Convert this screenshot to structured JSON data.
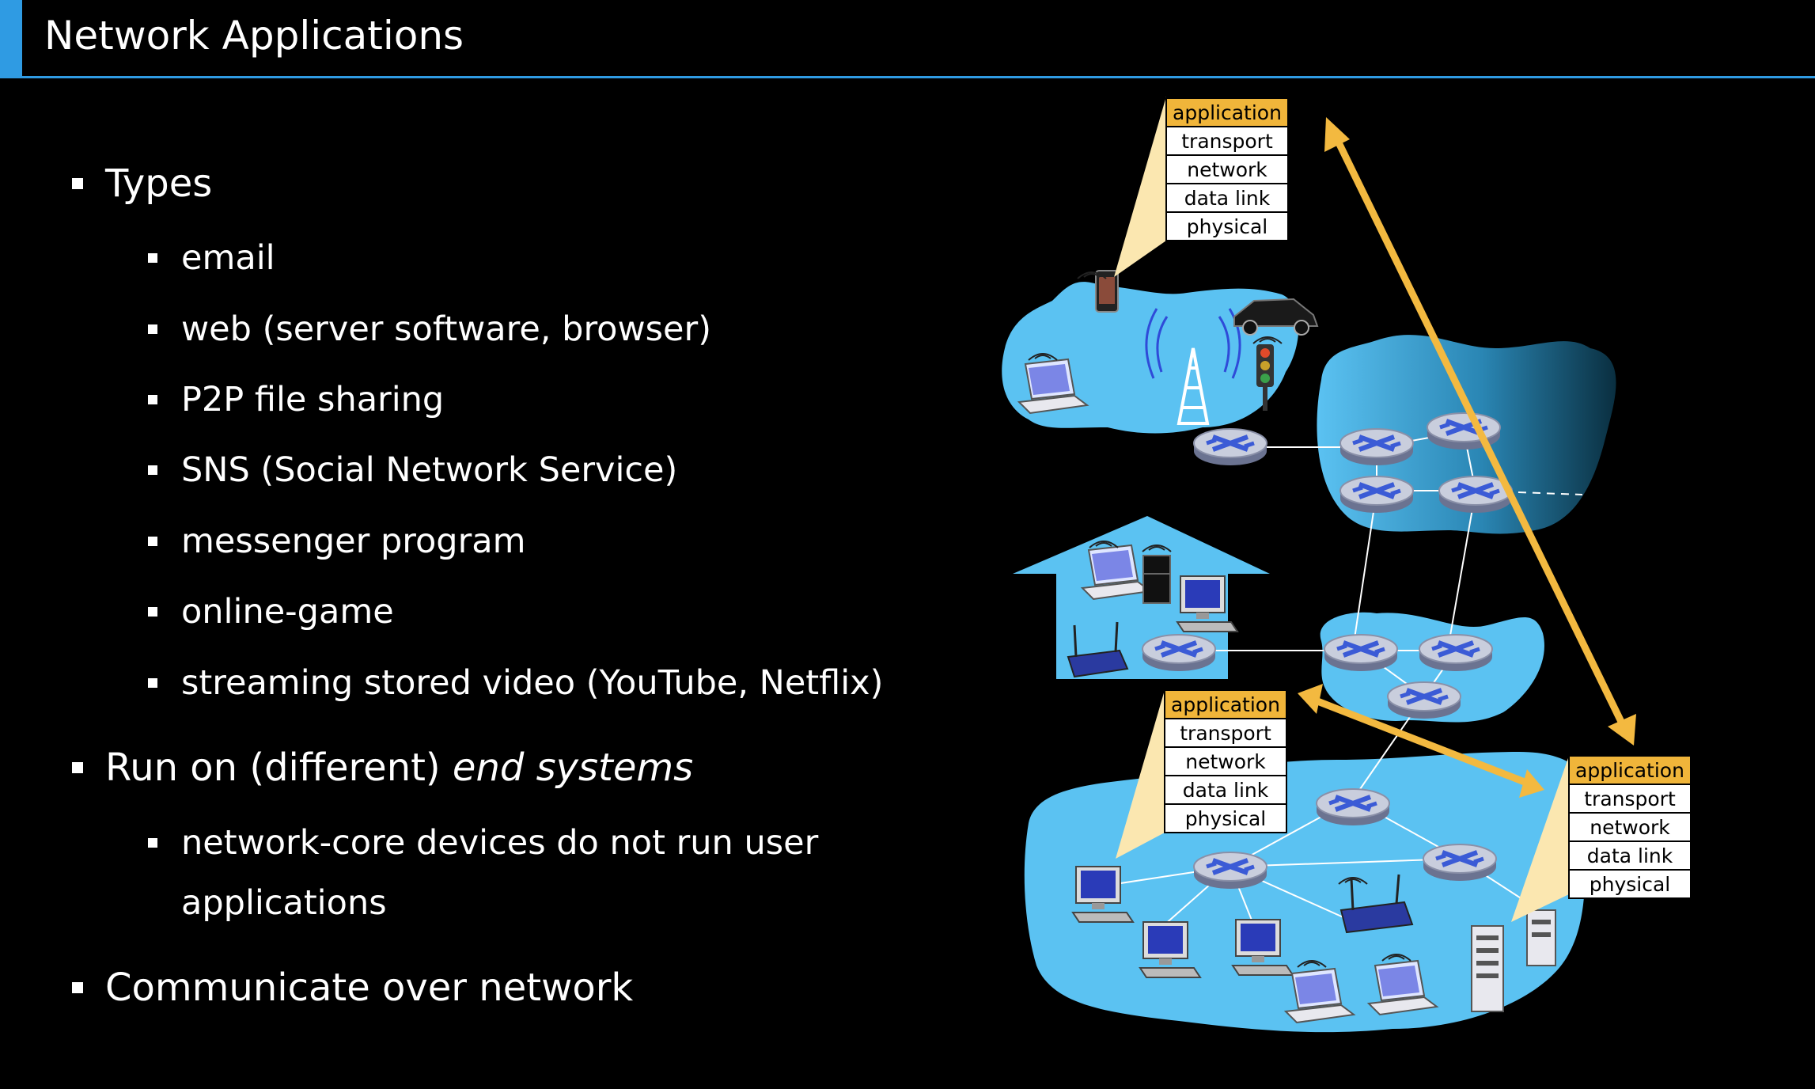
{
  "slide": {
    "title": "Network Applications"
  },
  "bullets": {
    "types": "Types",
    "types_items": [
      "email",
      "web (server software, browser)",
      "P2P file sharing",
      "SNS (Social Network Service)",
      "messenger program",
      "online-game",
      "streaming stored video (YouTube, Netflix)"
    ],
    "run_on_prefix": "Run on (different) ",
    "run_on_emph": "end systems",
    "run_on_items": [
      "network-core devices do not run user",
      "applications"
    ],
    "communicate": "Communicate over network"
  },
  "diagram": {
    "stack_layers": [
      "application",
      "transport",
      "network",
      "data link",
      "physical"
    ],
    "colors": {
      "cloud": "#5bc2f2",
      "cloud_dark": "#0e4a63",
      "app_layer": "#f0b53a",
      "arrow": "#f3b940",
      "router_top": "#c3c8d8",
      "router_x": "#3b5bd6"
    }
  }
}
